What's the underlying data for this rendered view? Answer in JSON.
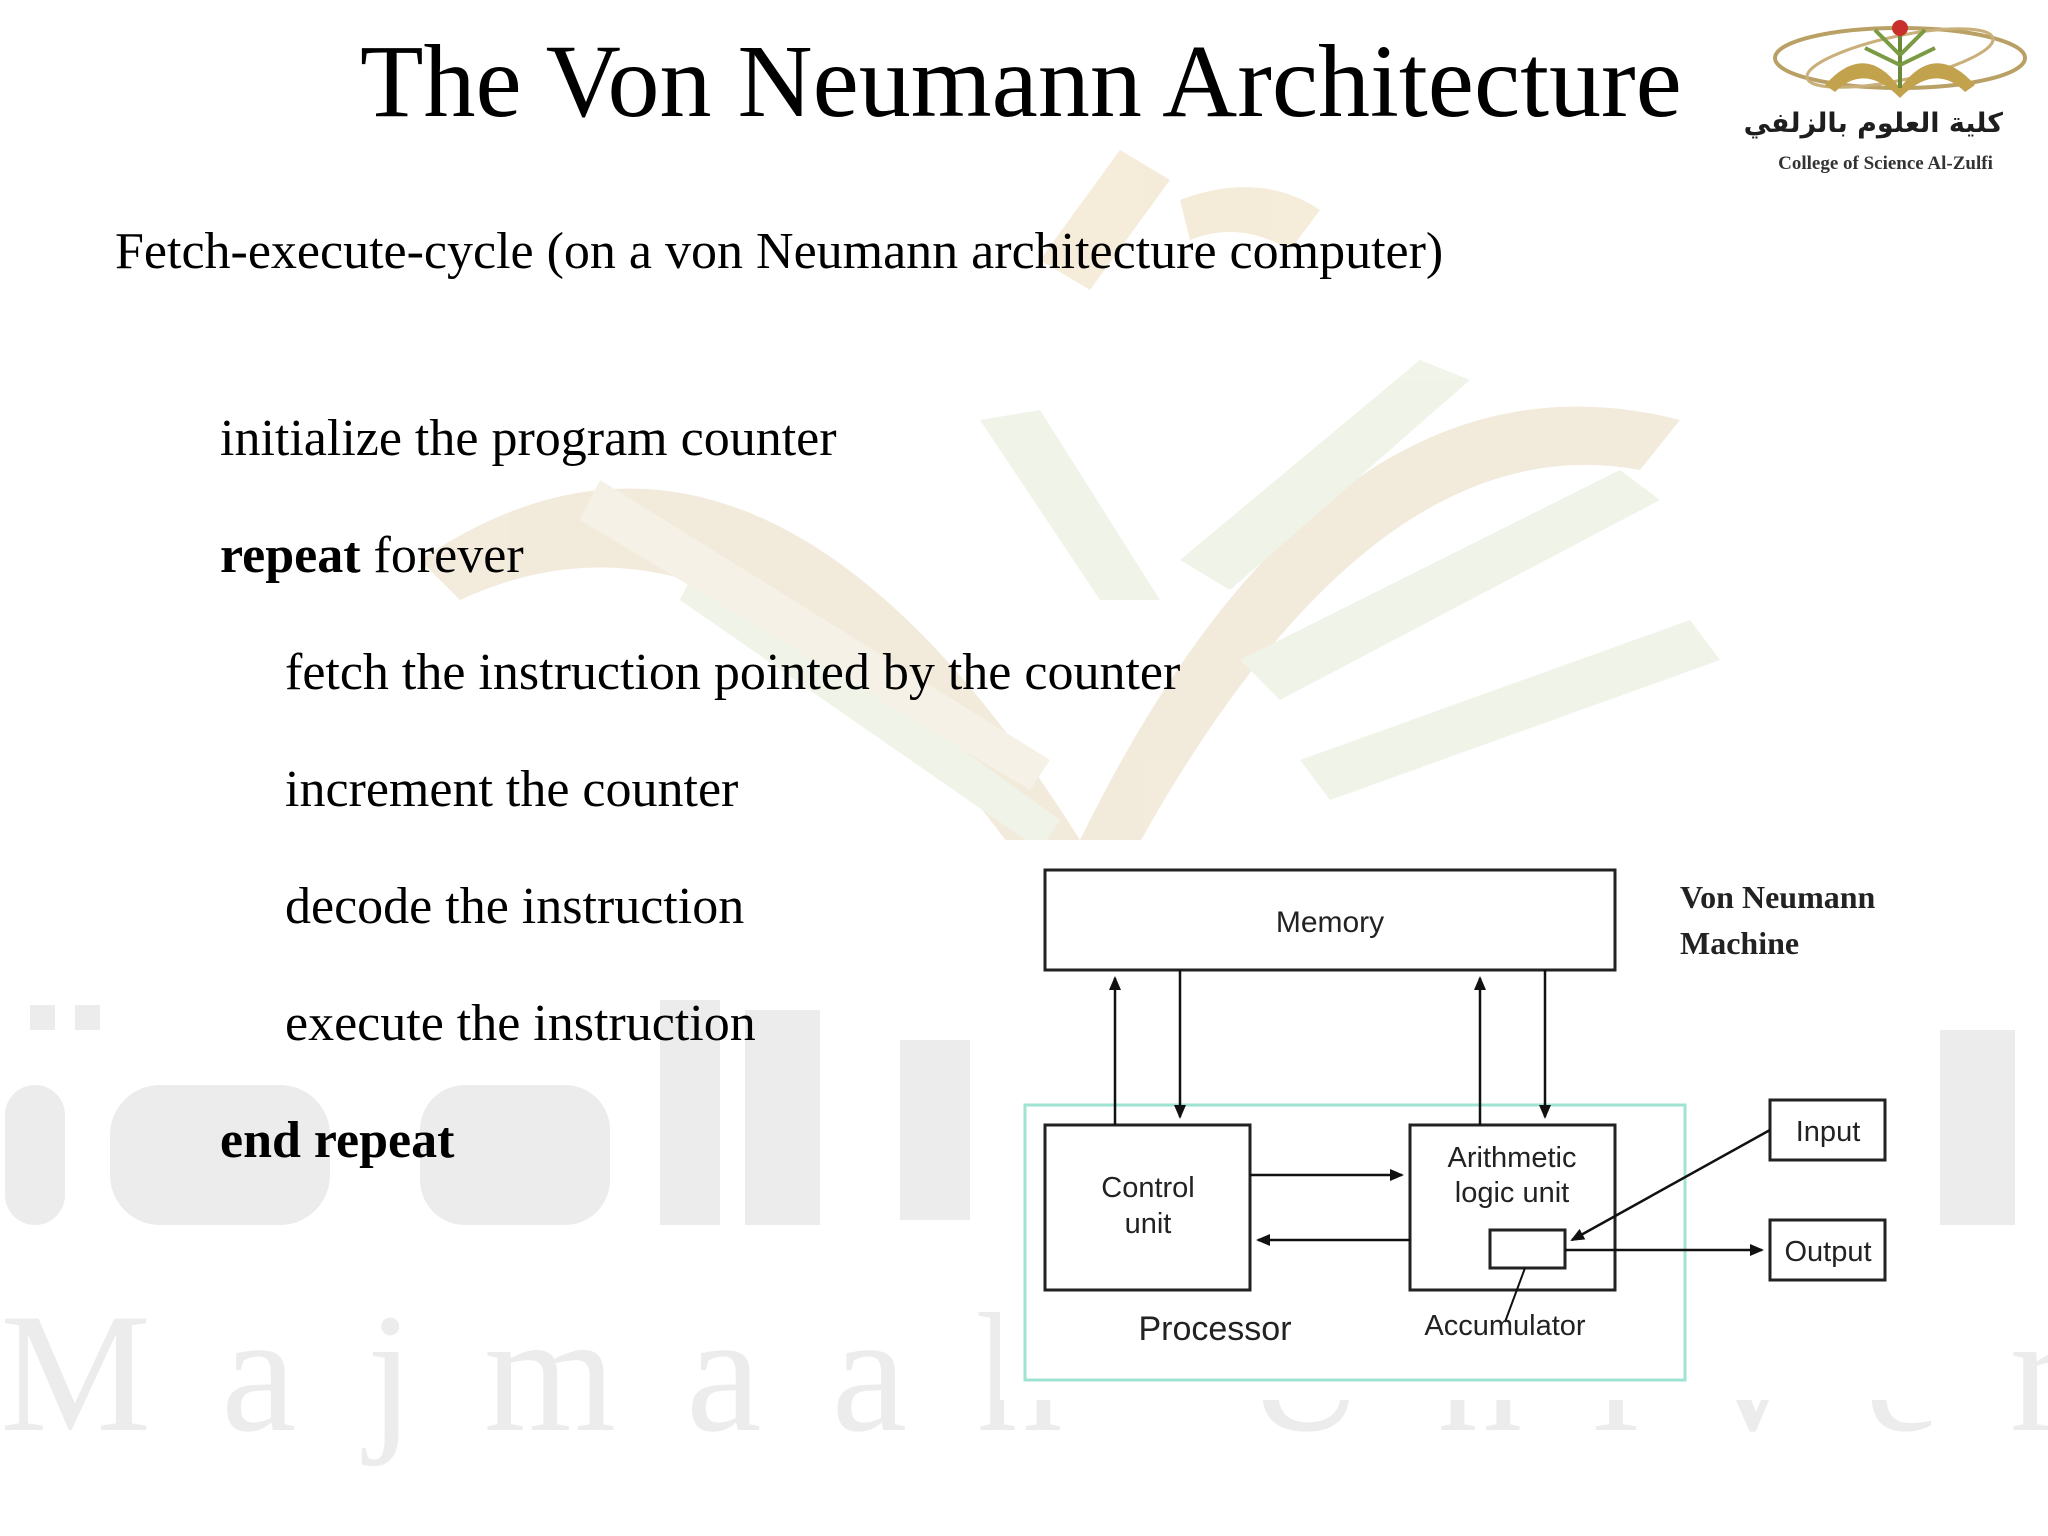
{
  "title": "The Von Neumann Architecture",
  "logo": {
    "arabic_text": "كلية العلوم بالزلفي",
    "english_text": "College of Science Al-Zulfi"
  },
  "watermark": {
    "arabic_text": "جامعة المجمعة",
    "latin_text": "Majmaah University"
  },
  "subtitle": "Fetch-execute-cycle (on a von Neumann architecture computer)",
  "pseudocode": {
    "line1": "initialize the program counter",
    "line2_keyword": "repeat",
    "line2_rest": " forever",
    "line3": "fetch the instruction pointed by the counter",
    "line4": "increment the counter",
    "line5": "decode the instruction",
    "line6": "execute the instruction",
    "line7_keyword": "end repeat"
  },
  "diagram": {
    "heading_line1": "Von Neumann",
    "heading_line2": "Machine",
    "memory": "Memory",
    "control_line1": "Control",
    "control_line2": "unit",
    "alu_line1": "Arithmetic",
    "alu_line2": "logic unit",
    "input": "Input",
    "output": "Output",
    "processor": "Processor",
    "accumulator": "Accumulator"
  },
  "colors": {
    "watermark_gray": "#ececec",
    "book_gold": "#efe6d2",
    "processor_border": "#9fe3d2"
  }
}
